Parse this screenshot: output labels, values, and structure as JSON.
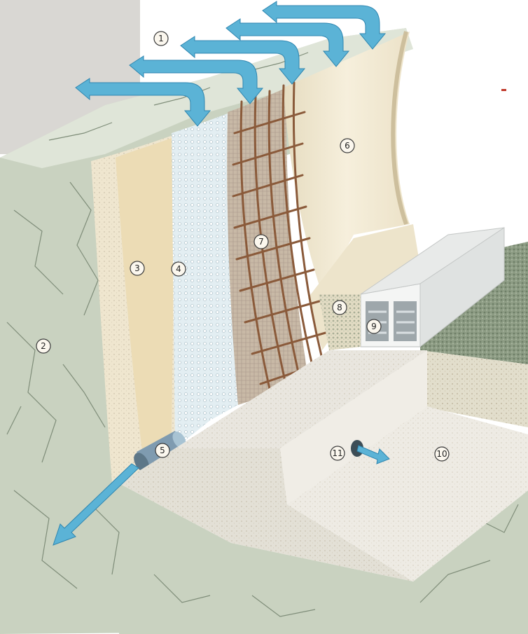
{
  "colors": {
    "rock": "#c9d2c0",
    "rock_dark": "#9fad97",
    "rock_crack": "#7f8d79",
    "sprayed_concrete": "#efe6cf",
    "speckle": "#d8d0bc",
    "drainage_mesh": "#e3eef2",
    "membrane": "#c8b9a6",
    "rebar": "#8a5a3a",
    "lining": "#f2ead6",
    "invert_concrete": "#e9e6df",
    "gravel": "#8d9c84",
    "channel": "#e8eae9",
    "arrow": "#5bb3d6",
    "arrow_dark": "#2f86b0",
    "wall_shadow": "#d9d7d3"
  },
  "callouts": [
    {
      "id": "1",
      "label": "1"
    },
    {
      "id": "2",
      "label": "2"
    },
    {
      "id": "3",
      "label": "3"
    },
    {
      "id": "4",
      "label": "4"
    },
    {
      "id": "5",
      "label": "5"
    },
    {
      "id": "6",
      "label": "6"
    },
    {
      "id": "7",
      "label": "7"
    },
    {
      "id": "8",
      "label": "8"
    },
    {
      "id": "9",
      "label": "9"
    },
    {
      "id": "10",
      "label": "10"
    },
    {
      "id": "11",
      "label": "11"
    }
  ]
}
